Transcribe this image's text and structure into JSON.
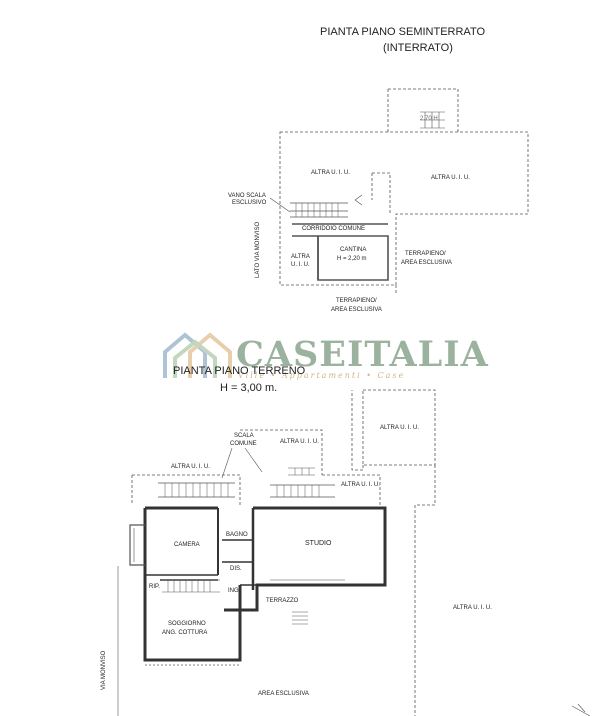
{
  "basement": {
    "title_line1": "PIANTA PIANO SEMINTERRATO",
    "title_line2": "(INTERRATO)",
    "labels": {
      "altra_uiu_left": "ALTRA U. I. U.",
      "altra_uiu_right": "ALTRA U. I. U.",
      "vano_scala_1": "VANO SCALA",
      "vano_scala_2": "ESCLUSIVO",
      "corridoio": "CORRIDOIO COMUNE",
      "cantina_1": "CANTINA",
      "cantina_2": "H = 2,20 m",
      "altra_small_1": "ALTRA",
      "altra_small_2": "U. I. U.",
      "terrapieno_right_1": "TERRAPIENO/",
      "terrapieno_right_2": "AREA ESCLUSIVA",
      "terrapieno_bottom_1": "TERRAPIENO/",
      "terrapieno_bottom_2": "AREA ESCLUSIVA",
      "lato_via": "LATO VIA MONVISO",
      "stair_mark": "2.70 H"
    }
  },
  "watermark": {
    "brand": "CASEITALIA",
    "tagline": "Ville  •  Appartamenti  •  Case"
  },
  "ground": {
    "title": "PIANTA PIANO TERRENO",
    "height": "H = 3,00 m.",
    "labels": {
      "altra_top_right": "ALTRA U. I. U.",
      "scala_comune_1": "SCALA",
      "scala_comune_2": "COMUNE",
      "altra_top_mid": "ALTRA U. I. U.",
      "altra_left": "ALTRA U. I. U.",
      "altra_stair": "ALTRA U. I. U.",
      "camera": "CAMERA",
      "bagno": "BAGNO",
      "studio": "STUDIO",
      "dis": "DIS.",
      "rip": "RIP.",
      "ing": "ING.",
      "terrazzo": "TERRAZZO",
      "soggiorno_1": "SOGGIORNO",
      "soggiorno_2": "ANG. COTTURA",
      "altra_bottom_right": "ALTRA U. I. U.",
      "area_esclusiva": "AREA ESCLUSIVA",
      "via_monviso": "VIA MONVISO"
    }
  }
}
